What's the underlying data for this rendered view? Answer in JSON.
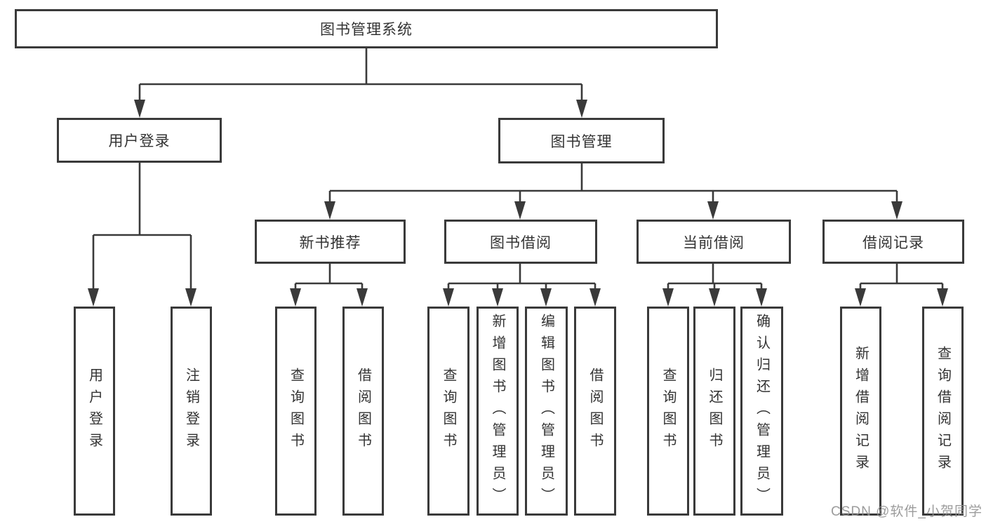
{
  "diagram": {
    "root": {
      "label": "图书管理系统"
    },
    "level2": [
      {
        "label": "用户登录"
      },
      {
        "label": "图书管理"
      }
    ],
    "level3": [
      {
        "label": "新书推荐"
      },
      {
        "label": "图书借阅"
      },
      {
        "label": "当前借阅"
      },
      {
        "label": "借阅记录"
      }
    ],
    "leaves": {
      "user_login": [
        "用户登录",
        "注销登录"
      ],
      "new_book": [
        "查询图书",
        "借阅图书"
      ],
      "book_borrow": [
        "查询图书",
        "新增图书（管理员）",
        "编辑图书（管理员）",
        "借阅图书"
      ],
      "current_borrow": [
        "查询图书",
        "归还图书",
        "确认归还（管理员）"
      ],
      "borrow_records": [
        "新增借阅记录",
        "查询借阅记录"
      ]
    },
    "colors": {
      "line": "#3a3a3a",
      "text": "#333333",
      "watermark": "#919191"
    }
  },
  "watermark": {
    "text": "CSDN @软件_小贺同学"
  }
}
